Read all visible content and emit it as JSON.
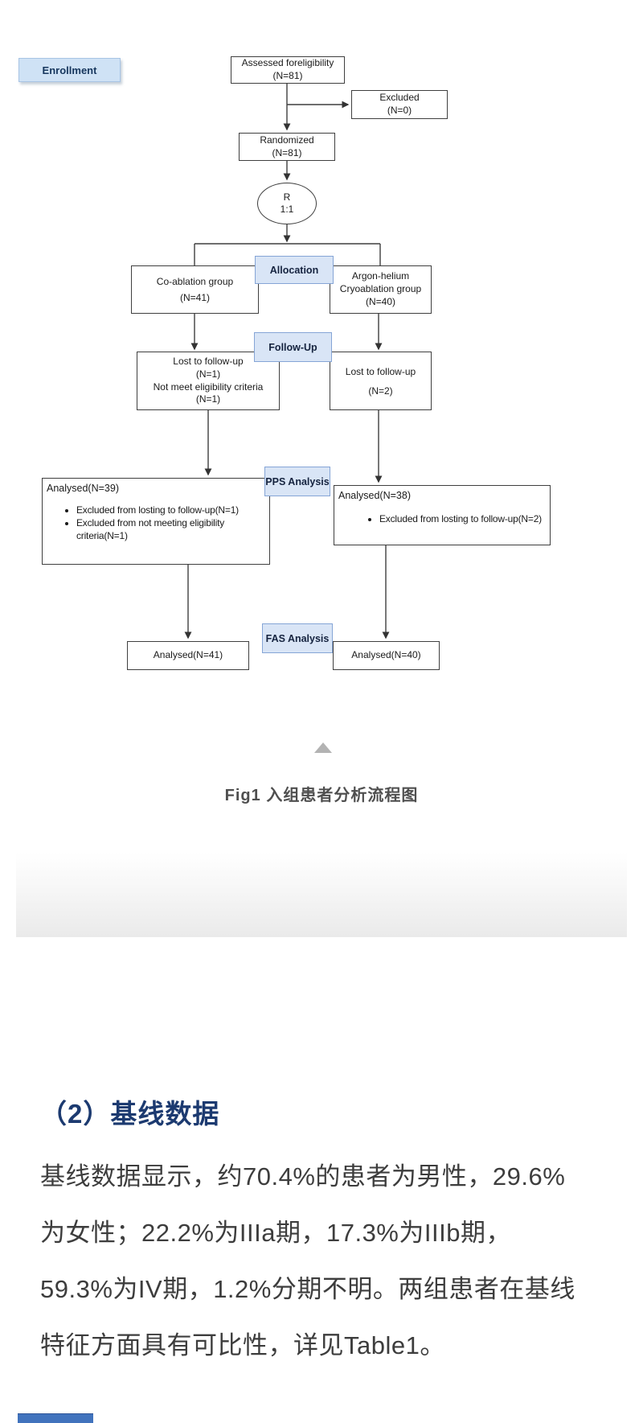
{
  "figure": {
    "caption": "Fig1 入组患者分析流程图",
    "enrollment_label": "Enrollment",
    "stage_labels": {
      "allocation": "Allocation",
      "follow_up": "Follow-Up",
      "pps": "PPS Analysis",
      "fas": "FAS Analysis"
    },
    "nodes": {
      "assessed": {
        "line1": "Assessed foreligibility",
        "line2": "(N=81)"
      },
      "excluded": {
        "line1": "Excluded",
        "line2": "(N=0)"
      },
      "randomized": {
        "line1": "Randomized",
        "line2": "(N=81)"
      },
      "ratio": {
        "line1": "R",
        "line2": "1:1"
      },
      "group_left": {
        "line1": "Co-ablation group",
        "line2": "(N=41)"
      },
      "group_right": {
        "line1": "Argon-helium",
        "line2": "Cryoablation group",
        "line3": "(N=40)"
      },
      "followup_left": {
        "line1": "Lost to follow-up",
        "line2": "(N=1)",
        "line3": "Not meet eligibility criteria",
        "line4": "(N=1)"
      },
      "followup_right": {
        "line1": "Lost to follow-up",
        "line2": "(N=2)"
      },
      "pps_left": {
        "title": "Analysed(N=39)",
        "bullets": [
          "Excluded from losting to follow-up(N=1)",
          "Excluded from not meeting eligibility criteria(N=1)"
        ]
      },
      "pps_right": {
        "title": "Analysed(N=38)",
        "bullets": [
          "Excluded from losting to follow-up(N=2)"
        ]
      },
      "fas_left": {
        "label": "Analysed(N=41)"
      },
      "fas_right": {
        "label": "Analysed(N=40)"
      }
    }
  },
  "section": {
    "heading": "（2）基线数据",
    "lines": [
      "基线数据显示，约70.4%的患者为男性，29.6%",
      "为女性；22.2%为IIIa期，17.3%为IIIb期，",
      "59.3%为IV期，1.2%分期不明。两组患者在基线",
      "特征方面具有可比性，详见Table1。"
    ]
  },
  "colors": {
    "stage_fill": "#d9e5f6",
    "stage_border": "#85a5d6",
    "enrollment_fill": "#cfe2f5",
    "heading_navy": "#1c3a70",
    "body_gray": "#3d3d3d",
    "caption_gray": "#4f4f4f",
    "line_dark": "#3f3f3f",
    "fragment_blue": "#4173bd"
  }
}
